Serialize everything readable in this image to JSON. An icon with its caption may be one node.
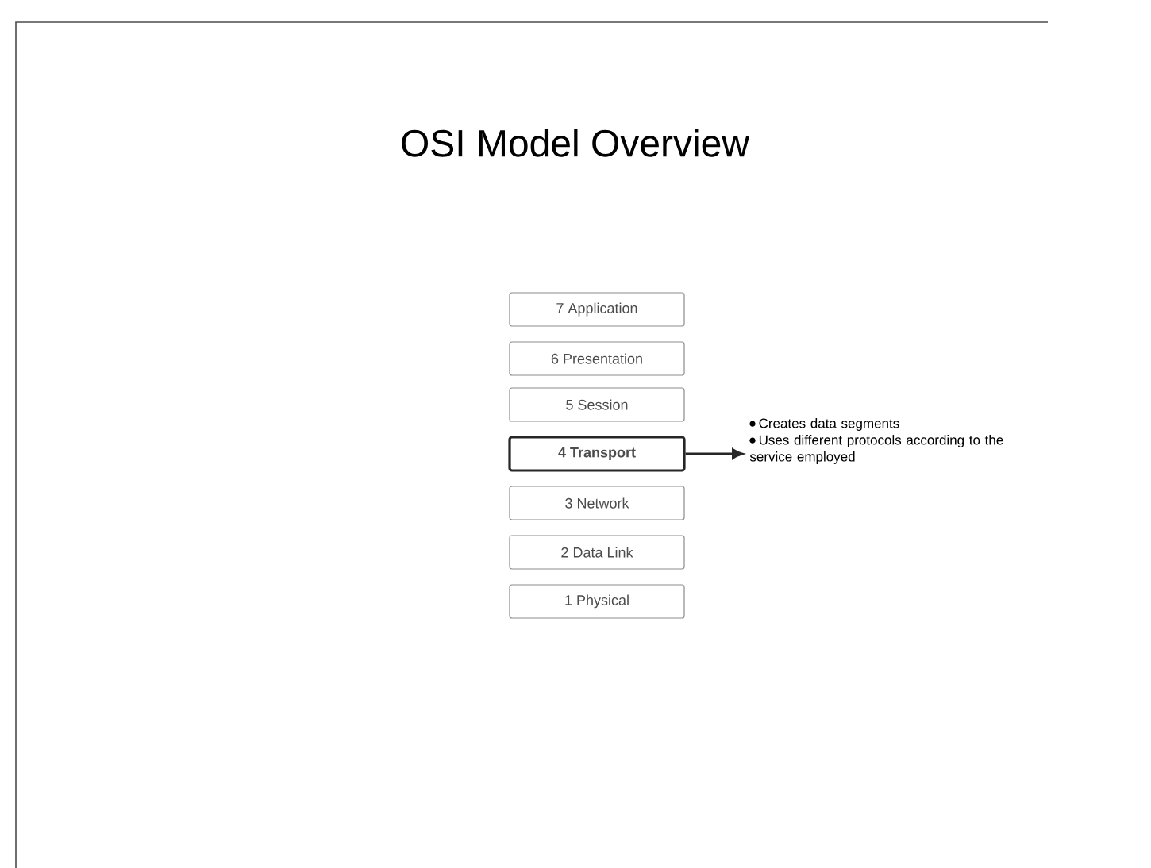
{
  "diagram": {
    "title": "OSI Model Overview",
    "nodes": [
      {
        "text": [
          "7 Application"
        ]
      },
      {
        "text": [
          "6 Presentation"
        ]
      },
      {
        "text": [
          "5 Session"
        ]
      },
      {
        "text": [
          "4 Transport"
        ]
      },
      {
        "text": [
          "3 Network"
        ]
      },
      {
        "text": [
          "2 Data Link"
        ]
      },
      {
        "text": [
          "1 Physical"
        ]
      },
      {
        "text": [
          "Creates data segments",
          "Uses different protocols according to the service employed"
        ]
      }
    ],
    "edges": [
      {
        "from": 3,
        "to": 7,
        "arrow": "to"
      }
    ]
  }
}
